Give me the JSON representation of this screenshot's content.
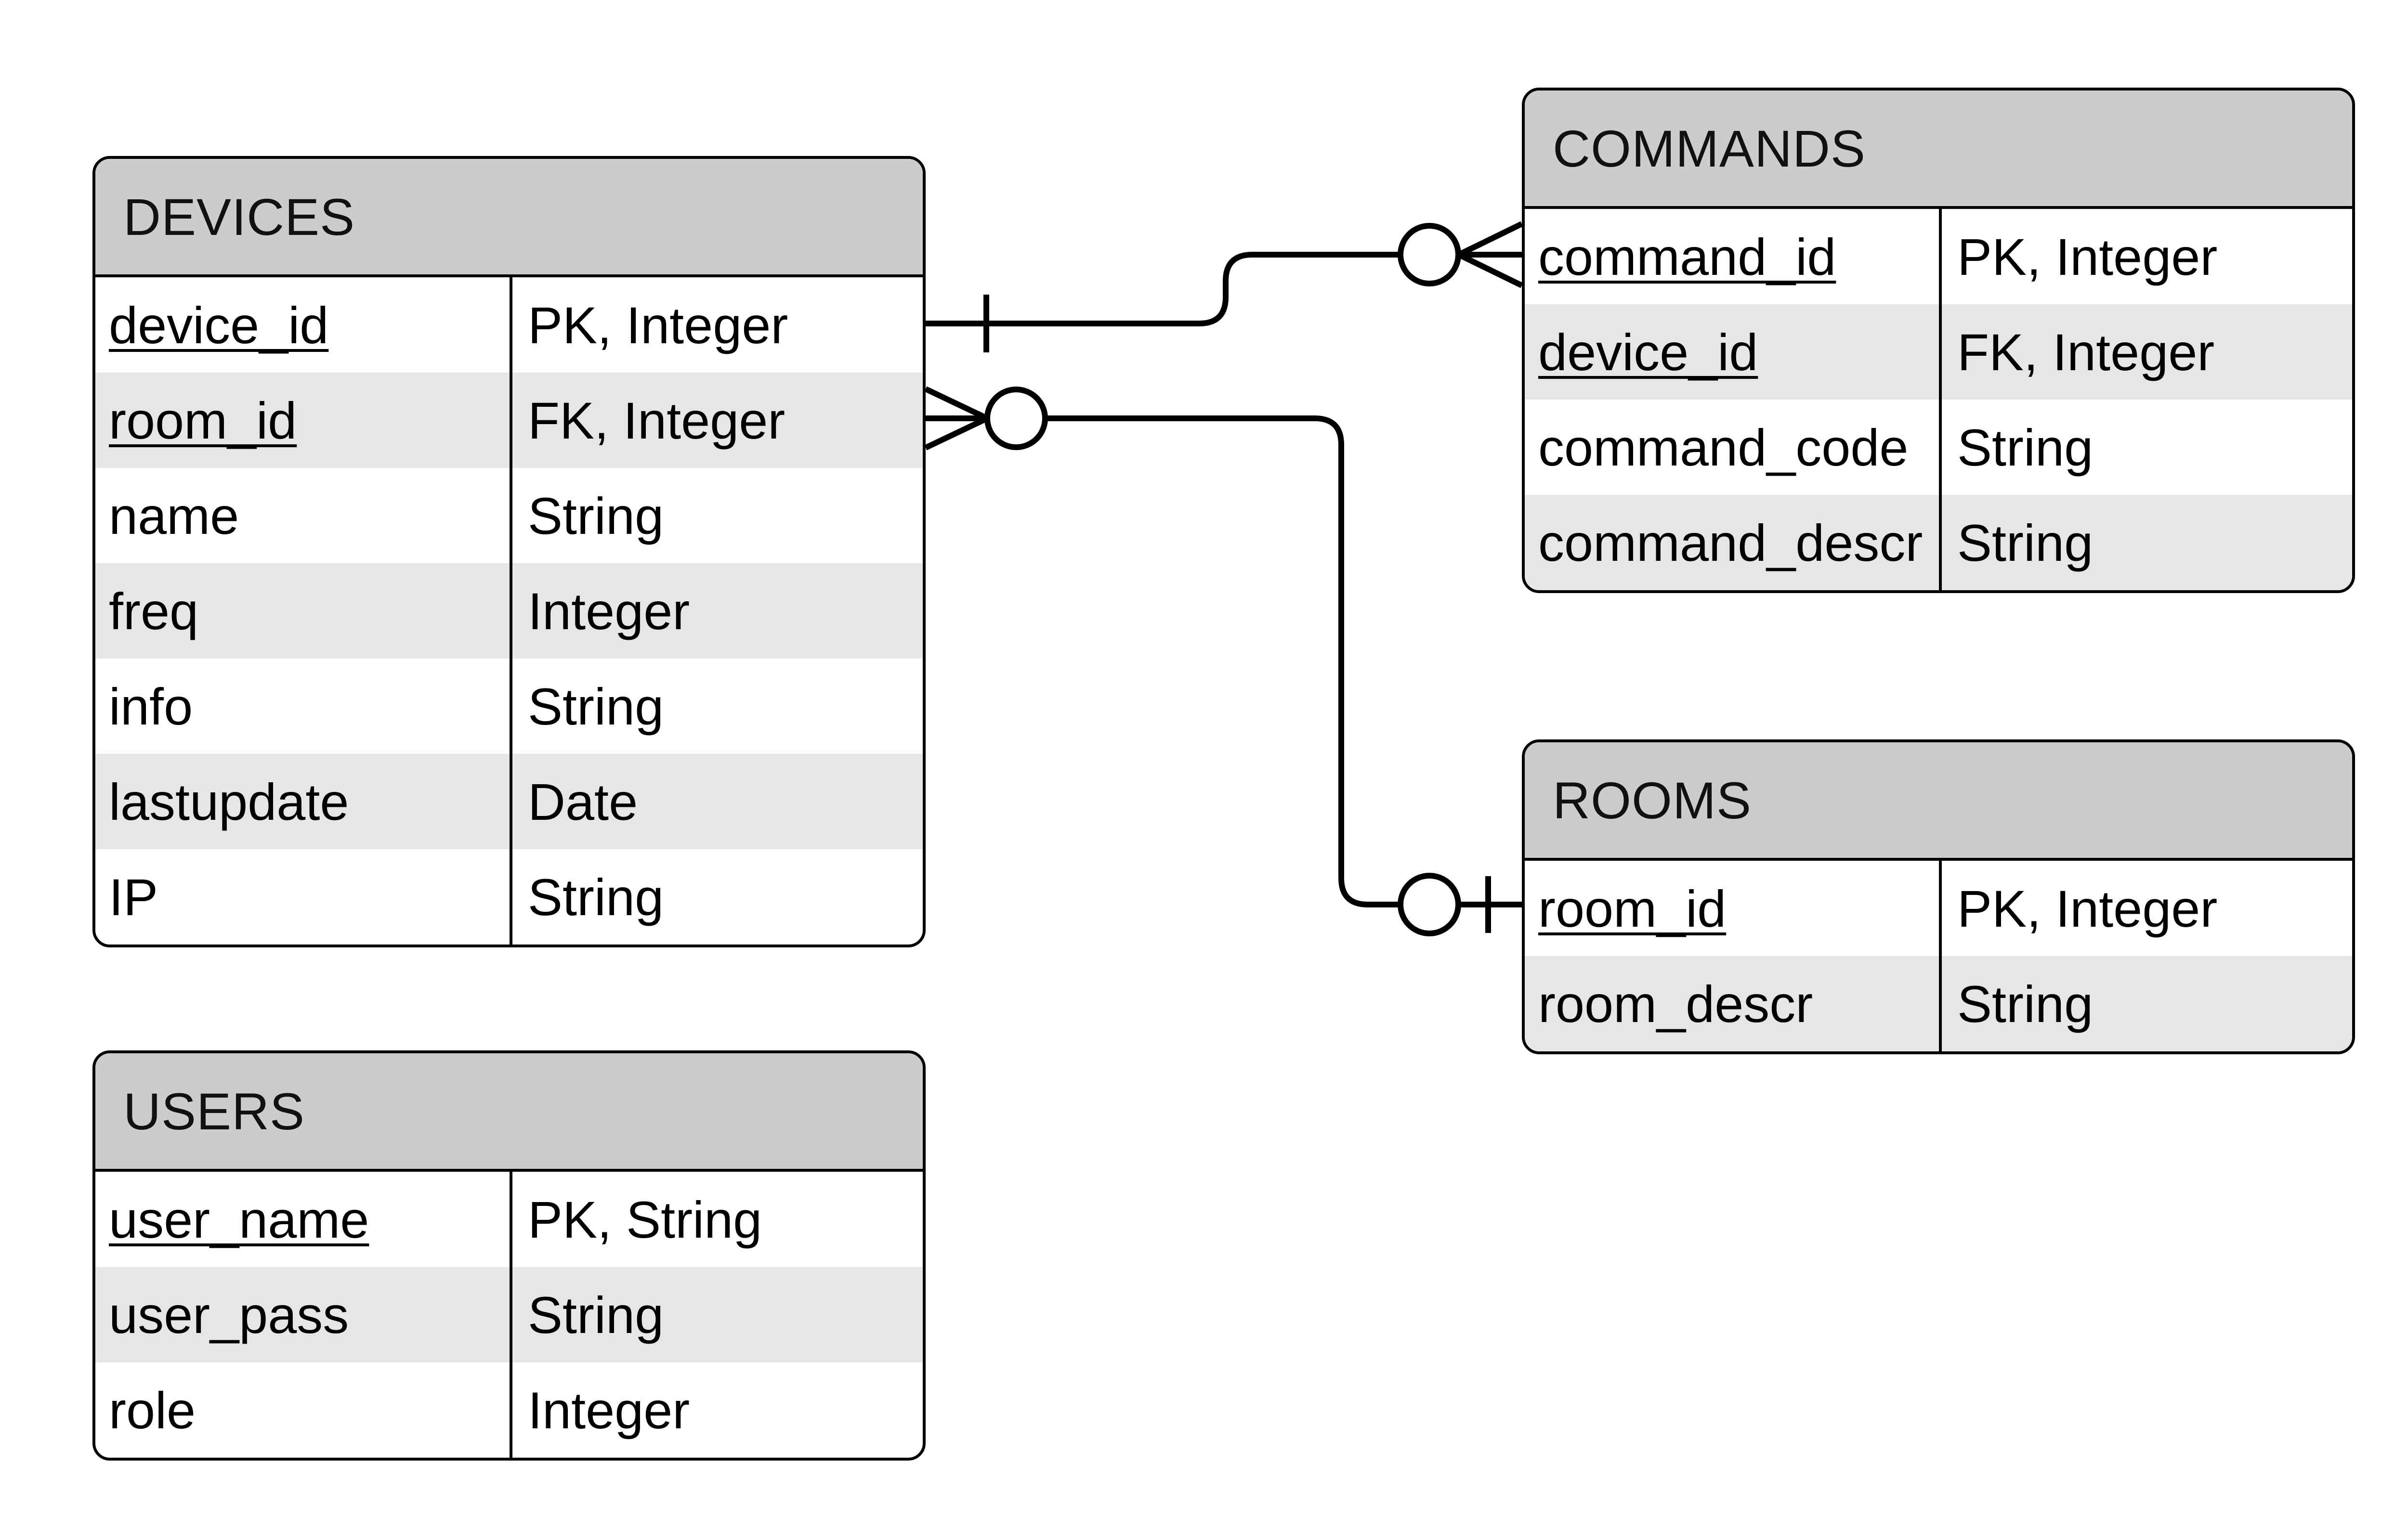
{
  "entities": {
    "devices": {
      "title": "DEVICES",
      "rows": [
        {
          "name": "device_id",
          "type": "PK, Integer"
        },
        {
          "name": "room_id",
          "type": "FK, Integer"
        },
        {
          "name": "name",
          "type": "String"
        },
        {
          "name": "freq",
          "type": "Integer"
        },
        {
          "name": "info",
          "type": "String"
        },
        {
          "name": "lastupdate",
          "type": "Date"
        },
        {
          "name": "IP",
          "type": "String"
        }
      ]
    },
    "users": {
      "title": "USERS",
      "rows": [
        {
          "name": "user_name",
          "type": "PK, String"
        },
        {
          "name": "user_pass",
          "type": "String"
        },
        {
          "name": "role",
          "type": "Integer"
        }
      ]
    },
    "commands": {
      "title": "COMMANDS",
      "rows": [
        {
          "name": "command_id",
          "type": "PK, Integer"
        },
        {
          "name": "device_id",
          "type": "FK, Integer"
        },
        {
          "name": "command_code",
          "type": "String"
        },
        {
          "name": "command_descr",
          "type": "String"
        }
      ]
    },
    "rooms": {
      "title": "ROOMS",
      "rows": [
        {
          "name": "room_id",
          "type": "PK, Integer"
        },
        {
          "name": "room_descr",
          "type": "String"
        }
      ]
    }
  },
  "colors": {
    "header_fill": "#cccccc",
    "alt_row_fill": "#e6e6e6",
    "line": "#000000"
  }
}
